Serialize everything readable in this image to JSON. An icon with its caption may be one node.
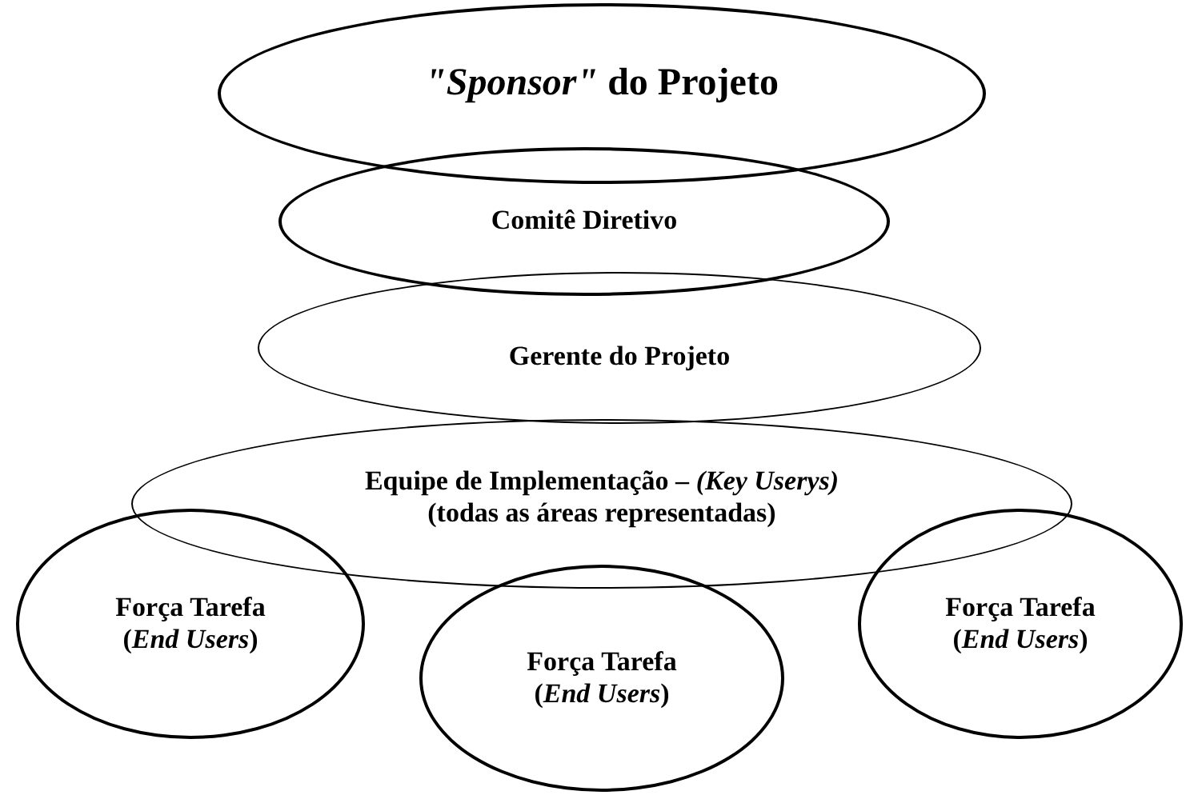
{
  "diagram": {
    "nodes": [
      {
        "text": [
          "*\"Sponsor\"* do Projeto"
        ]
      },
      {
        "text": [
          "Comitê Diretivo"
        ]
      },
      {
        "text": [
          "Gerente do Projeto"
        ]
      },
      {
        "text": [
          "Equipe de Implementação – *(Key Userys)*",
          "(todas as áreas representadas)"
        ]
      },
      {
        "text": [
          "Força Tarefa (*End Users*)"
        ]
      },
      {
        "text": [
          "Força Tarefa (*End Users*)"
        ]
      },
      {
        "text": [
          "Força Tarefa (*End Users*)"
        ]
      }
    ],
    "edges": []
  }
}
